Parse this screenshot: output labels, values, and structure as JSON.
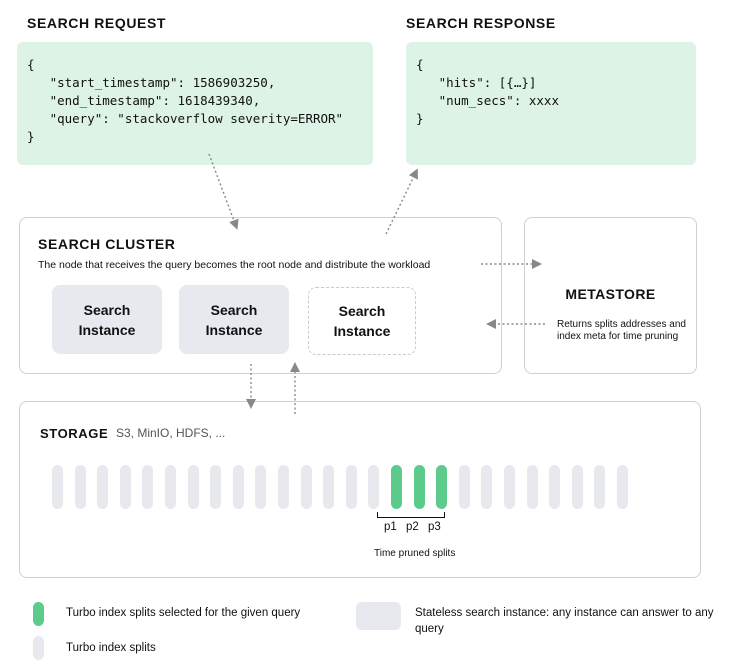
{
  "request": {
    "title": "SEARCH REQUEST",
    "lines": [
      "{",
      "   \"start_timestamp\": 1586903250,",
      "   \"end_timestamp\": 1618439340,",
      "   \"query\": \"stackoverflow severity=ERROR\"",
      "}"
    ]
  },
  "response": {
    "title": "SEARCH RESPONSE",
    "lines": [
      "{",
      "   \"hits\": [{…}]",
      "   \"num_secs\": xxxx",
      "}"
    ]
  },
  "cluster": {
    "title": "SEARCH CLUSTER",
    "description": "The node that receives the query becomes the root node and distribute the workload",
    "instances": [
      "Search Instance",
      "Search Instance",
      "Search Instance"
    ]
  },
  "metastore": {
    "title": "METASTORE",
    "description": "Returns splits addresses and index meta for time pruning"
  },
  "storage": {
    "title": "STORAGE",
    "subtitle": "S3, MinIO, HDFS, ...",
    "split_count": 26,
    "selected_splits": [
      15,
      16,
      17
    ],
    "partition_labels": [
      "p1",
      "p2",
      "p3"
    ],
    "pruned_label": "Time pruned splits"
  },
  "legend": {
    "selected_splits": "Turbo index splits selected for the given query",
    "splits": "Turbo index splits",
    "instance": "Stateless search instance: any instance can answer to any query"
  },
  "colors": {
    "code_bg": "#dcf3e6",
    "selected_split": "#5ccb8c",
    "split": "#e8e9ee",
    "instance": "#e8e9ee",
    "border": "#cfd1d6",
    "arrow": "#888888"
  }
}
